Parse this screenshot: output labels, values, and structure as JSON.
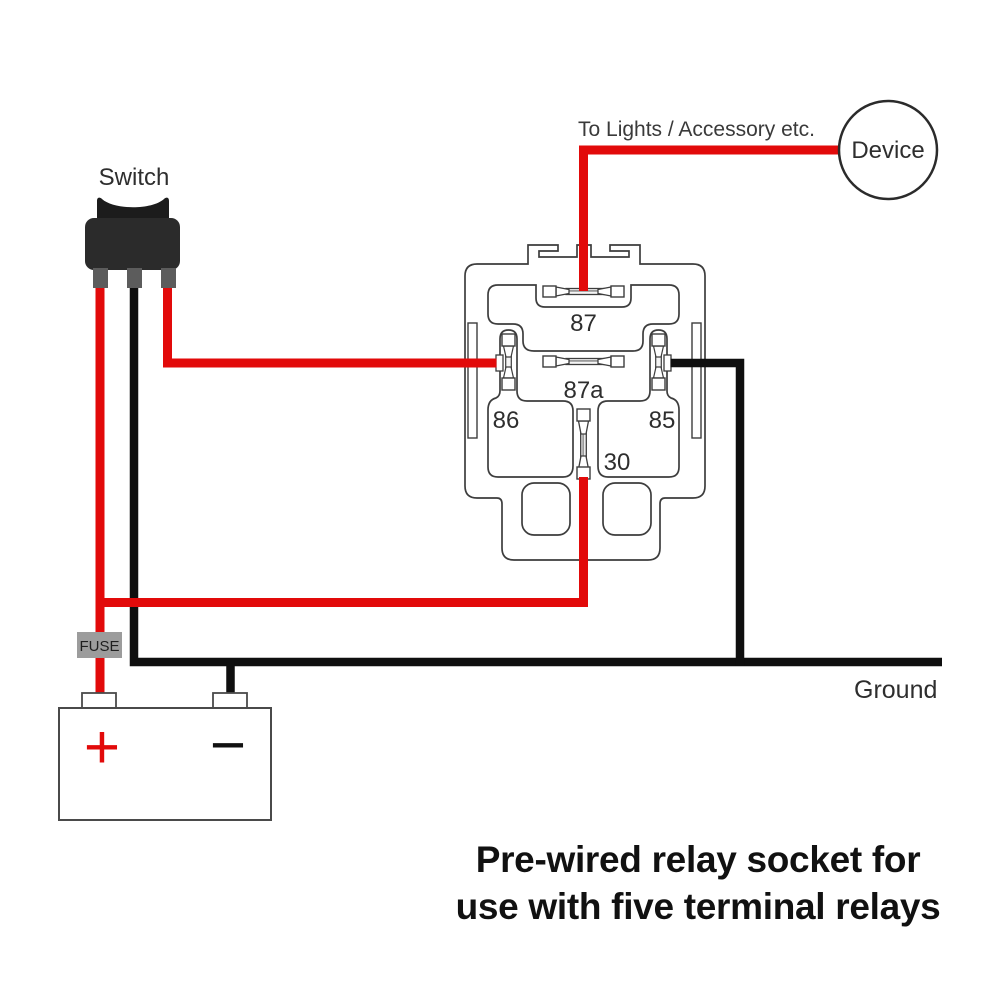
{
  "labels": {
    "switch": "Switch",
    "device": "Device",
    "to_lights": "To Lights / Accessory etc.",
    "ground": "Ground",
    "fuse": "FUSE",
    "battery_positive": "+",
    "battery_negative": "−"
  },
  "relay_terminals": {
    "t87": "87",
    "t87a": "87a",
    "t86": "86",
    "t85": "85",
    "t30": "30"
  },
  "caption": {
    "line1": "Pre-wired relay socket for",
    "line2": "use with five terminal relays"
  },
  "colors": {
    "hot_wire": "#e20a0a",
    "ground_wire": "#0f0f0f",
    "outline": "#3d3d3d",
    "fuse_fill": "#9c9c9c"
  }
}
